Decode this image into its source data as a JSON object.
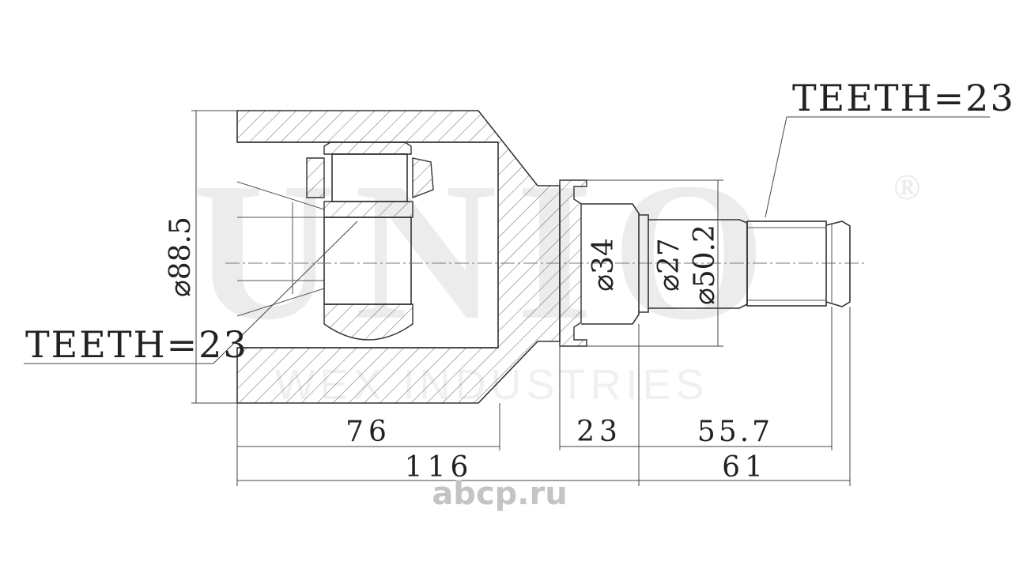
{
  "watermark": {
    "brand": "UNIO",
    "registered": "®",
    "subtitle": "WEX INDUSTRIES"
  },
  "site_logo": "abcp.ru",
  "labels": {
    "teeth_outer": "TEETH=23",
    "teeth_inner": "TEETH=23"
  },
  "dimensions": {
    "diameter_housing": "⌀88.5",
    "diameter_34": "⌀34",
    "diameter_27": "⌀27",
    "diameter_50_2": "⌀50.2",
    "length_76": "76",
    "length_23": "23",
    "length_55_7": "55.7",
    "length_116": "116",
    "length_61": "61"
  },
  "colors": {
    "line": "#333333",
    "watermark": "#ececec"
  }
}
